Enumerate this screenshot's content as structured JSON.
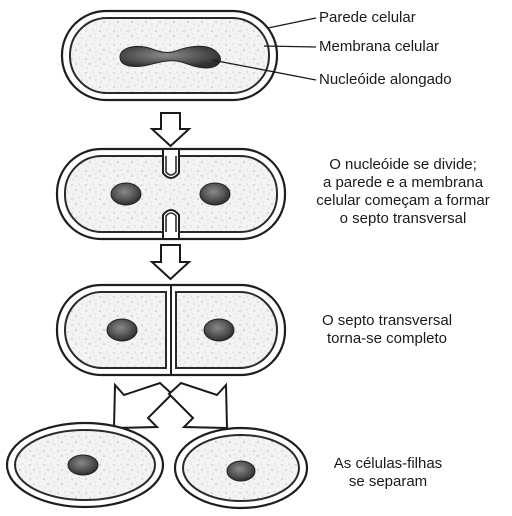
{
  "labels": {
    "cell_wall": "Parede celular",
    "cell_membrane": "Membrana celular",
    "nucleoid": "Nucleóide alongado"
  },
  "steps": [
    {
      "lines": [
        "O nucleóide se divide;",
        "a parede e a membrana",
        "celular começam a formar",
        "o septo transversal"
      ]
    },
    {
      "lines": [
        "O septo transversal",
        "torna-se completo"
      ]
    },
    {
      "lines": [
        "As células-filhas",
        "se separam"
      ]
    }
  ]
}
